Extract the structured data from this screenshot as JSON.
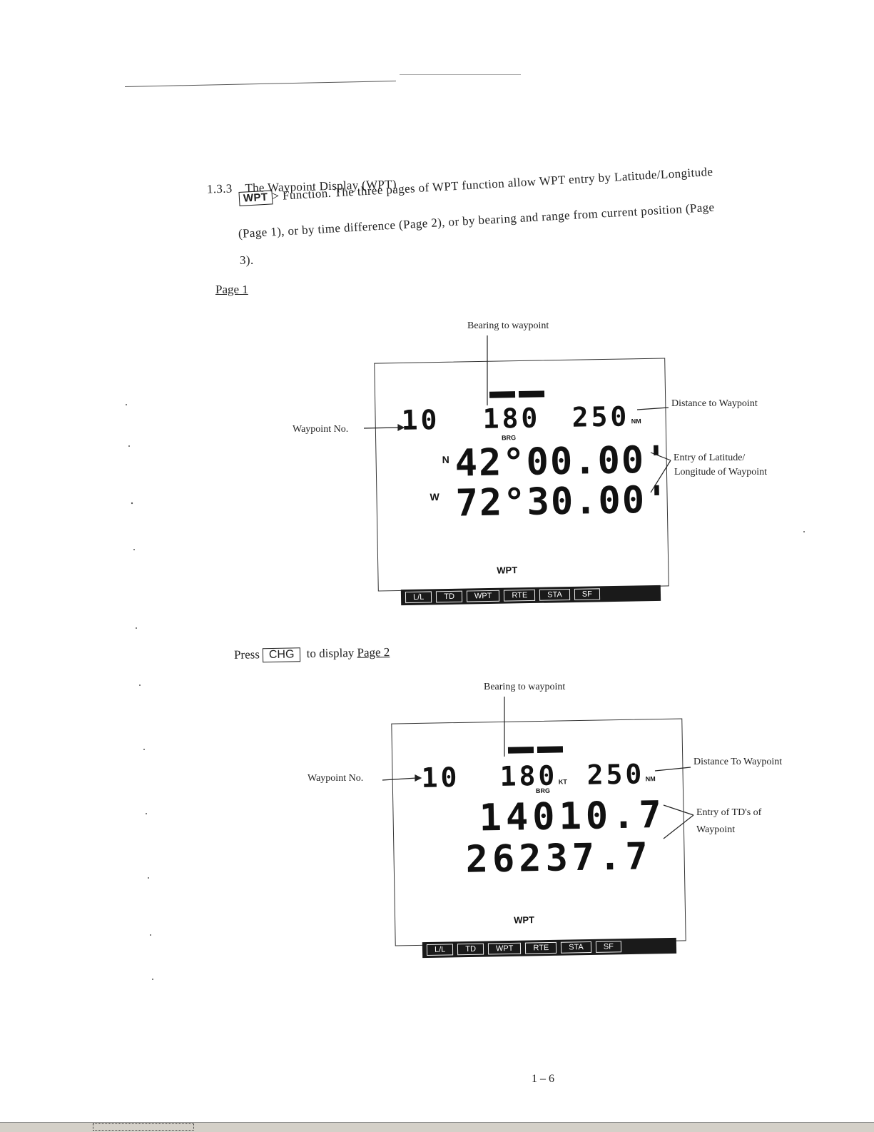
{
  "section": {
    "number": "1.3.3",
    "title": "The Waypoint Display (WPT)"
  },
  "intro": {
    "key": "WPT",
    "line1": "Function. The three pages of WPT function allow WPT entry by Latitude/Longitude",
    "line2": "(Page 1), or by time difference (Page 2), or by bearing and range from current position (Page",
    "line3": "3)."
  },
  "page1": {
    "heading": "Page 1",
    "display": {
      "waypoint_no": "10",
      "bearing": "180",
      "bearing_unit": "BRG",
      "distance": "250",
      "distance_unit": "NM",
      "lat_prefix": "N",
      "lat_value": "42°00.00'",
      "lon_prefix": "W",
      "lon_value": "72°30.00'",
      "mode_label": "WPT"
    },
    "annotations": {
      "bearing": "Bearing to waypoint",
      "waypoint_no": "Waypoint No.",
      "distance": "Distance to Waypoint",
      "entry_line1": "Entry of Latitude/",
      "entry_line2": "Longitude of Waypoint"
    },
    "keys": [
      "L/L",
      "TD",
      "WPT",
      "RTE",
      "STA",
      "SF"
    ]
  },
  "press": {
    "prefix": "Press",
    "key": "CHG",
    "middle": "to display",
    "link": "Page 2"
  },
  "page2": {
    "display": {
      "waypoint_no": "10",
      "bearing": "180",
      "bearing_unit": "BRG",
      "speed_unit": "KT",
      "distance": "250",
      "distance_unit": "NM",
      "td1": "14010.7",
      "td2": "26237.7",
      "mode_label": "WPT"
    },
    "annotations": {
      "bearing": "Bearing to waypoint",
      "waypoint_no": "Waypoint No.",
      "distance": "Distance To Waypoint",
      "entry_line1": "Entry of TD's of",
      "entry_line2": "Waypoint"
    },
    "keys": [
      "L/L",
      "TD",
      "WPT",
      "RTE",
      "STA",
      "SF"
    ]
  },
  "page_number": "1 – 6"
}
